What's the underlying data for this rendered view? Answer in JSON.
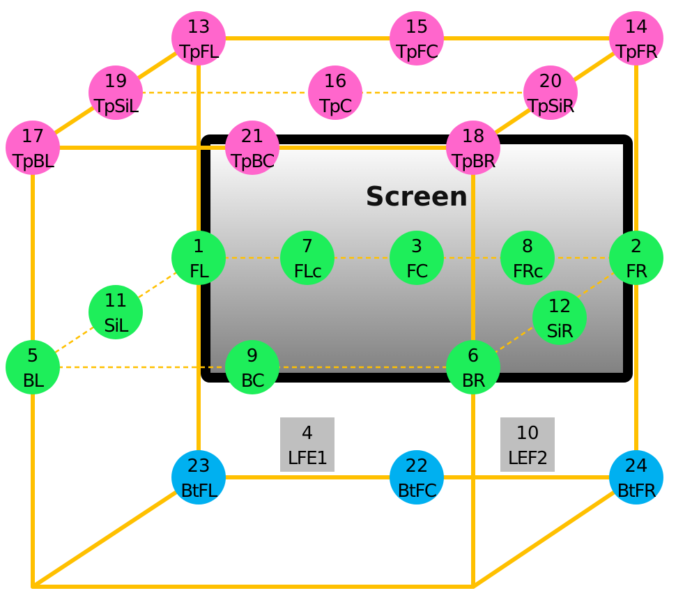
{
  "screen": {
    "title": "Screen"
  },
  "colors": {
    "frame": "#FFC000",
    "top_speakers": "#FF66CC",
    "mid_speakers": "#1EEE5A",
    "bottom_speakers": "#00B0F0",
    "lfe": "#BFBFBF",
    "screen_border": "#000000"
  },
  "speakers": [
    {
      "id": "1",
      "num": "1",
      "label": "FL",
      "layer": "mid"
    },
    {
      "id": "2",
      "num": "2",
      "label": "FR",
      "layer": "mid"
    },
    {
      "id": "3",
      "num": "3",
      "label": "FC",
      "layer": "mid"
    },
    {
      "id": "4",
      "num": "4",
      "label": "LFE1",
      "layer": "lfe"
    },
    {
      "id": "5",
      "num": "5",
      "label": "BL",
      "layer": "mid"
    },
    {
      "id": "6",
      "num": "6",
      "label": "BR",
      "layer": "mid"
    },
    {
      "id": "7",
      "num": "7",
      "label": "FLc",
      "layer": "mid"
    },
    {
      "id": "8",
      "num": "8",
      "label": "FRc",
      "layer": "mid"
    },
    {
      "id": "9",
      "num": "9",
      "label": "BC",
      "layer": "mid"
    },
    {
      "id": "10",
      "num": "10",
      "label": "LEF2",
      "layer": "lfe"
    },
    {
      "id": "11",
      "num": "11",
      "label": "SiL",
      "layer": "mid"
    },
    {
      "id": "12",
      "num": "12",
      "label": "SiR",
      "layer": "mid"
    },
    {
      "id": "13",
      "num": "13",
      "label": "TpFL",
      "layer": "top"
    },
    {
      "id": "14",
      "num": "14",
      "label": "TpFR",
      "layer": "top"
    },
    {
      "id": "15",
      "num": "15",
      "label": "TpFC",
      "layer": "top"
    },
    {
      "id": "16",
      "num": "16",
      "label": "TpC",
      "layer": "top"
    },
    {
      "id": "17",
      "num": "17",
      "label": "TpBL",
      "layer": "top"
    },
    {
      "id": "18",
      "num": "18",
      "label": "TpBR",
      "layer": "top"
    },
    {
      "id": "19",
      "num": "19",
      "label": "TpSiL",
      "layer": "top"
    },
    {
      "id": "20",
      "num": "20",
      "label": "TpSiR",
      "layer": "top"
    },
    {
      "id": "21",
      "num": "21",
      "label": "TpBC",
      "layer": "top"
    },
    {
      "id": "22",
      "num": "22",
      "label": "BtFC",
      "layer": "bottom"
    },
    {
      "id": "23",
      "num": "23",
      "label": "BtFL",
      "layer": "bottom"
    },
    {
      "id": "24",
      "num": "24",
      "label": "BtFR",
      "layer": "bottom"
    }
  ]
}
